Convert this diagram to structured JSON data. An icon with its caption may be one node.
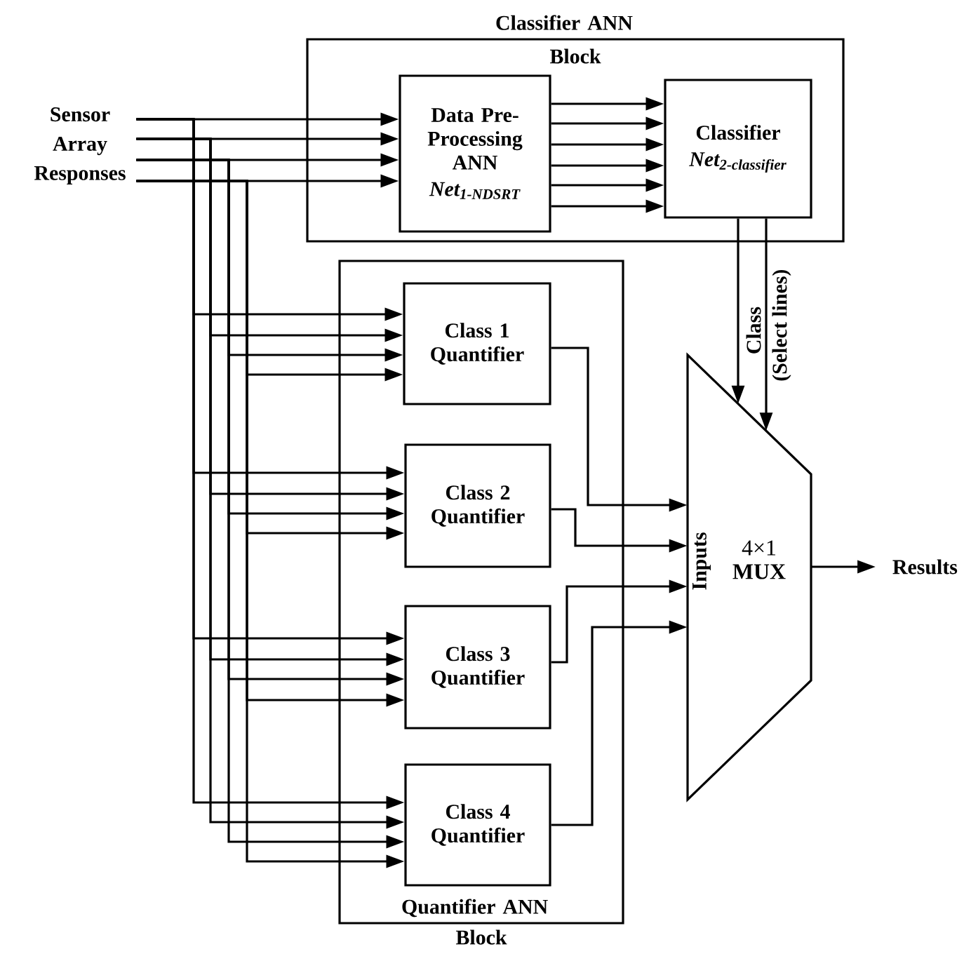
{
  "diagram": {
    "nodes": [
      {
        "text": [
          "Sensor Array Responses"
        ]
      },
      {
        "text": [
          "Classifier ANN Block"
        ]
      },
      {
        "text": [
          "Data Pre-Processing ANN",
          "\\text{\\bfseries\\itshape Net}_{\\text{\\bfseries\\itshape 1-NDSRT}}"
        ],
        "in": 1
      },
      {
        "text": [
          "Classifier",
          "\\text{\\bfseries\\itshape Net}_{\\text{\\bfseries\\itshape 2-classifier}}"
        ],
        "in": 1
      },
      {
        "text": [
          "Quantifier ANN Block"
        ]
      },
      {
        "text": [
          "Class 1 Quantifier"
        ],
        "in": 4
      },
      {
        "text": [
          "Class 2 Quantifier"
        ],
        "in": 4
      },
      {
        "text": [
          "Class 3 Quantifier"
        ],
        "in": 4
      },
      {
        "text": [
          "Class 4 Quantifier"
        ],
        "in": 4
      },
      {
        "text": [
          "4×1 **MUX**",
          "Inputs"
        ]
      },
      {
        "text": [
          "Results"
        ]
      }
    ],
    "edges": [
      {
        "from": 0,
        "to": 2,
        "arrow": "to"
      },
      {
        "from": 0,
        "to": 2,
        "arrow": "to"
      },
      {
        "from": 0,
        "to": 2,
        "arrow": "to"
      },
      {
        "from": 0,
        "to": 2,
        "arrow": "to"
      },
      {
        "from": 2,
        "to": 3,
        "arrow": "to"
      },
      {
        "from": 2,
        "to": 3,
        "arrow": "to"
      },
      {
        "from": 2,
        "to": 3,
        "arrow": "to"
      },
      {
        "from": 2,
        "to": 3,
        "arrow": "to"
      },
      {
        "from": 2,
        "to": 3,
        "arrow": "to"
      },
      {
        "from": 2,
        "to": 3,
        "arrow": "to"
      },
      {
        "from": 3,
        "to": 9,
        "arrow": "to",
        "label": "Class"
      },
      {
        "from": 3,
        "to": 9,
        "arrow": "to",
        "label": "(Select lines)"
      },
      {
        "from": 0,
        "to": 5,
        "arrow": "to"
      },
      {
        "from": 0,
        "to": 5,
        "arrow": "to"
      },
      {
        "from": 0,
        "to": 5,
        "arrow": "to"
      },
      {
        "from": 0,
        "to": 5,
        "arrow": "to"
      },
      {
        "from": 0,
        "to": 6,
        "arrow": "to"
      },
      {
        "from": 0,
        "to": 6,
        "arrow": "to"
      },
      {
        "from": 0,
        "to": 6,
        "arrow": "to"
      },
      {
        "from": 0,
        "to": 6,
        "arrow": "to"
      },
      {
        "from": 0,
        "to": 7,
        "arrow": "to"
      },
      {
        "from": 0,
        "to": 7,
        "arrow": "to"
      },
      {
        "from": 0,
        "to": 7,
        "arrow": "to"
      },
      {
        "from": 0,
        "to": 7,
        "arrow": "to"
      },
      {
        "from": 0,
        "to": 8,
        "arrow": "to"
      },
      {
        "from": 0,
        "to": 8,
        "arrow": "to"
      },
      {
        "from": 0,
        "to": 8,
        "arrow": "to"
      },
      {
        "from": 0,
        "to": 8,
        "arrow": "to"
      },
      {
        "from": 5,
        "to": 9,
        "arrow": "to"
      },
      {
        "from": 6,
        "to": 9,
        "arrow": "to"
      },
      {
        "from": 7,
        "to": 9,
        "arrow": "to"
      },
      {
        "from": 8,
        "to": 9,
        "arrow": "to"
      },
      {
        "from": 9,
        "to": 10,
        "arrow": "to"
      }
    ]
  }
}
